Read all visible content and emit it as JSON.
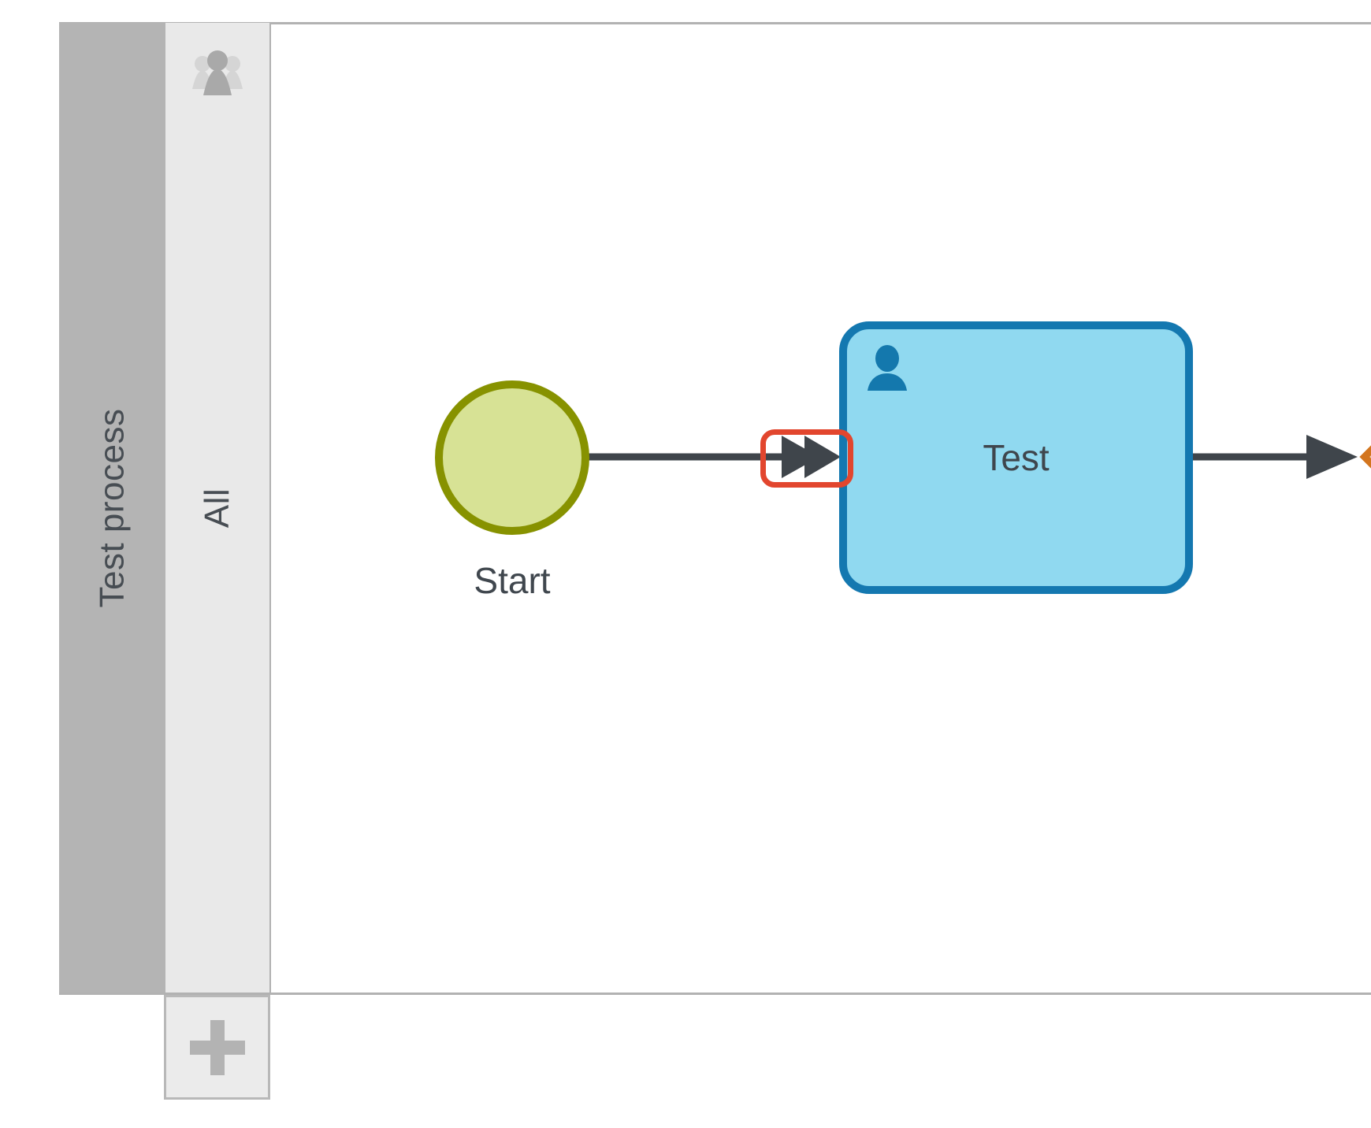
{
  "diagram": {
    "pool": {
      "name": "Test process"
    },
    "lanes": [
      {
        "name": "All",
        "header_icon": "group-icon"
      }
    ],
    "nodes": [
      {
        "id": "start",
        "type": "start-event",
        "label": "Start",
        "fill": "#d7e295",
        "stroke": "#879200"
      },
      {
        "id": "test",
        "type": "user-task",
        "label": "Test",
        "fill": "#90d9f0",
        "stroke": "#1478b0",
        "badge_icon": "user-icon"
      },
      {
        "id": "gateway",
        "type": "gateway",
        "label": "",
        "fill": "#f2d3ab",
        "stroke": "#d3751e",
        "partially_visible": true
      }
    ],
    "flows": [
      {
        "from": "start",
        "to": "test",
        "decorator": "fast-forward-icon",
        "highlighted": true
      },
      {
        "from": "test",
        "to": "gateway",
        "decorator": "arrowhead-icon",
        "highlighted": false
      }
    ],
    "highlight": {
      "target": "fast-forward-icon",
      "color": "#e2462e"
    },
    "controls": {
      "add_lane": "plus-icon"
    },
    "colors": {
      "pool_header_bg": "#b4b4b4",
      "lane_bg": "#e9e9e9",
      "lane_border": "#b2b2b2",
      "flow_line": "#3f454b",
      "label_text": "#40474e"
    }
  }
}
